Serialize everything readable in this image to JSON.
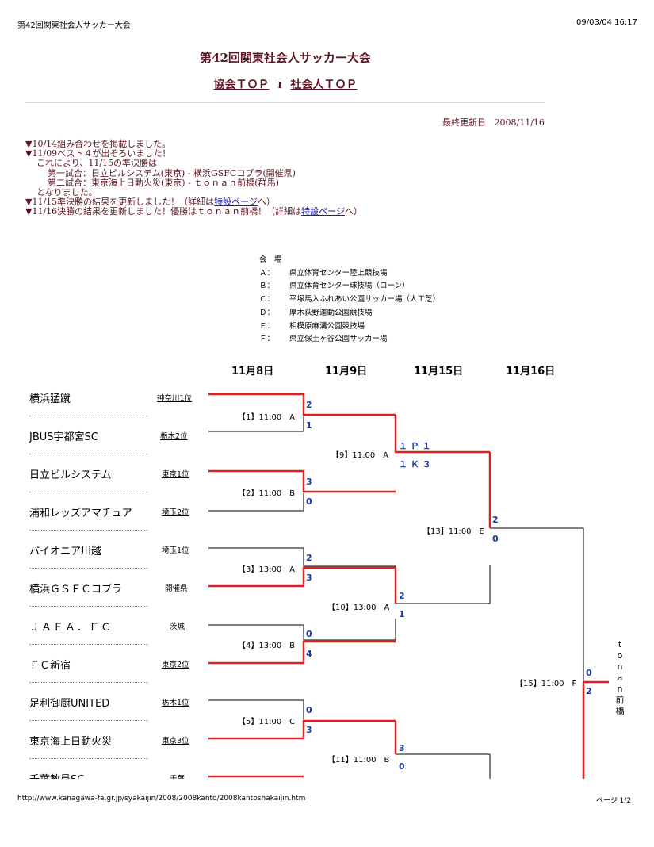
{
  "header": {
    "title": "第42回関東社会人サッカー大会",
    "timestamp": "09/03/04 16:17"
  },
  "page": {
    "title": "第42回関東社会人サッカー大会",
    "links": [
      {
        "label": "協会ＴＯＰ"
      },
      {
        "label": "社会人ＴＯＰ"
      }
    ],
    "link_separator": "I",
    "updated_label": "最終更新日",
    "updated_date": "2008/11/16"
  },
  "notices": {
    "line1": "▼10/14組み合わせを掲載しました。",
    "line2": "▼11/09ベスト４が出そろいました！",
    "line3": "これにより、11/15の準決勝は",
    "line4": "第一試合：日立ビルシステム(東京) - 横浜GSFCコブラ(開催県)",
    "line5": "第二試合：東京海上日動火災(東京) - ｔｏｎａｎ前橋(群馬)",
    "line6": "となりました。",
    "line7_pre": "▼11/15準決勝の結果を更新しました！（詳細は",
    "line7_link": "特設ページ",
    "line7_post": "へ）",
    "line8_pre": "▼11/16決勝の結果を更新しました！優勝はｔｏｎａｎ前橋！（詳細は",
    "line8_link": "特設ページ",
    "line8_post": "へ）"
  },
  "venues": {
    "heading": "会　場",
    "items": [
      {
        "code": "Ａ：",
        "name": "県立体育センター陸上競技場"
      },
      {
        "code": "Ｂ：",
        "name": "県立体育センター球技場（ローン）"
      },
      {
        "code": "Ｃ：",
        "name": "平塚馬入ふれあい公園サッカー場（人工芝）"
      },
      {
        "code": "Ｄ：",
        "name": "厚木荻野運動公園競技場"
      },
      {
        "code": "Ｅ：",
        "name": "相模原麻溝公園競技場"
      },
      {
        "code": "Ｆ：",
        "name": "県立保土ヶ谷公園サッカー場"
      }
    ]
  },
  "bracket": {
    "rounds": [
      "11月8日",
      "11月9日",
      "11月15日",
      "11月16日"
    ],
    "teams": [
      {
        "name": "横浜猛蹴",
        "region": "神奈川1位"
      },
      {
        "name": "JBUS宇都宮SC",
        "region": "栃木2位"
      },
      {
        "name": "日立ビルシステム",
        "region": "東京1位"
      },
      {
        "name": "浦和レッズアマチュア",
        "region": "埼玉2位"
      },
      {
        "name": "パイオニア川越",
        "region": "埼玉1位"
      },
      {
        "name": "横浜ＧＳＦＣコブラ",
        "region": "開催県"
      },
      {
        "name": "ＪＡＥＡ．ＦＣ",
        "region": "茨城"
      },
      {
        "name": "ＦＣ新宿",
        "region": "東京2位"
      },
      {
        "name": "足利御厨UNITED",
        "region": "栃木1位"
      },
      {
        "name": "東京海上日動火災",
        "region": "東京3位"
      },
      {
        "name": "千葉教員SC",
        "region": "千葉"
      }
    ],
    "matches": [
      {
        "label": "【1】11:00　A",
        "score_top": "2",
        "score_bottom": "1"
      },
      {
        "label": "【2】11:00　B",
        "score_top": "3",
        "score_bottom": "0"
      },
      {
        "label": "【3】13:00　A",
        "score_top": "2",
        "score_bottom": "3"
      },
      {
        "label": "【4】13:00　B",
        "score_top": "0",
        "score_bottom": "4"
      },
      {
        "label": "【5】11:00　C",
        "score_top": "0",
        "score_bottom": "3"
      },
      {
        "label": "【9】11:00　A",
        "score_top": "１ Ｐ １",
        "score_bottom": "１ Ｋ ３"
      },
      {
        "label": "【10】13:00　A",
        "score_top": "2",
        "score_bottom": "1"
      },
      {
        "label": "【11】11:00　B",
        "score_top": "3",
        "score_bottom": "0"
      },
      {
        "label": "【13】11:00　E",
        "score_top": "2",
        "score_bottom": "0"
      },
      {
        "label": "【15】11:00　F",
        "score_top": "0",
        "score_bottom": "2"
      }
    ],
    "champion": "ｔｏｎａｎ前橋",
    "champion_chars": [
      "t",
      "o",
      "n",
      "a",
      "n",
      "前",
      "橋"
    ],
    "colors": {
      "winner_line": "#e02020",
      "score": "#1a3aa8",
      "line": "#000000"
    }
  },
  "footer": {
    "url": "http://www.kanagawa-fa.gr.jp/syakaijin/2008/2008kanto/2008kantoshakaijin.htm",
    "page": "ページ 1/2"
  }
}
